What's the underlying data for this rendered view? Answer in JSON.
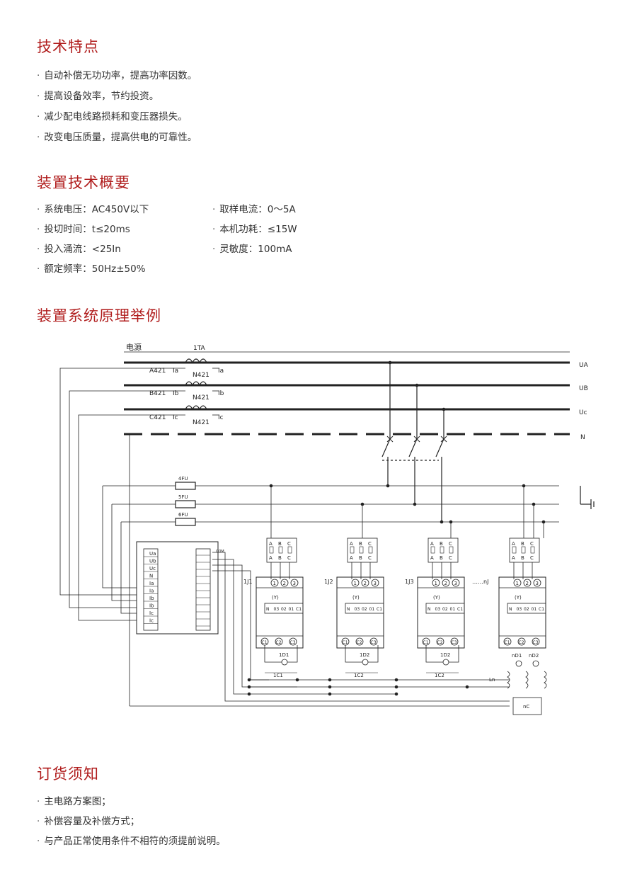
{
  "features": {
    "title": "技术特点",
    "items": [
      "自动补偿无功功率，提高功率因数。",
      "提高设备效率，节约投资。",
      "减少配电线路损耗和变压器损失。",
      "改变电压质量，提高供电的可靠性。"
    ]
  },
  "specs": {
    "title": "装置技术概要",
    "left": [
      "系统电压：AC450V以下",
      "投切时间：t≤20ms",
      "投入涌流：<25In",
      "额定频率：50Hz±50%"
    ],
    "right": [
      "取样电流：0～5A",
      "本机功耗：≤15W",
      "灵敏度：100mA"
    ]
  },
  "diagram": {
    "title": "装置系统原理举例",
    "power_label": "电源",
    "ct_label": "1TA",
    "phase_rows": [
      {
        "line": "A421",
        "ct": "Ia",
        "n": "N421",
        "out": "Ia",
        "bus": "UA"
      },
      {
        "line": "B421",
        "ct": "Ib",
        "n": "N421",
        "out": "Ib",
        "bus": "UB"
      },
      {
        "line": "C421",
        "ct": "Ic",
        "n": "N421",
        "out": "Ic",
        "bus": "Uc"
      }
    ],
    "neutral_label": "N",
    "fuses": [
      "4FU",
      "5FU",
      "6FU"
    ],
    "controller_terminals": [
      "Ua",
      "Ub",
      "Uc",
      "N",
      "Ia",
      "Ia",
      "Ib",
      "Ib",
      "Ic",
      "Ic"
    ],
    "com_label": "COM",
    "abc": [
      "A",
      "B",
      "C"
    ],
    "unit_common": {
      "top": [
        "1",
        "2",
        "3"
      ],
      "y": "(Y)",
      "mid": [
        "N",
        "03",
        "02",
        "01",
        "C1"
      ],
      "bottom": [
        "C1",
        "C2",
        "C3"
      ]
    },
    "units": [
      {
        "name": "1J1",
        "lamp": "1D1",
        "cap": "1C1"
      },
      {
        "name": "1J2",
        "lamp": "1D2",
        "cap": "1C2"
      },
      {
        "name": "1J3",
        "lamp": "1D2",
        "cap": "1C2"
      }
    ],
    "last_unit": {
      "name": "……nJ",
      "lamp1": "nD1",
      "lamp2": "nD2",
      "reactor": "Ln",
      "cap": "nC"
    }
  },
  "ordering": {
    "title": "订货须知",
    "items": [
      "主电路方案图；",
      "补偿容量及补偿方式；",
      "与产品正常使用条件不相符的须提前说明。"
    ]
  }
}
